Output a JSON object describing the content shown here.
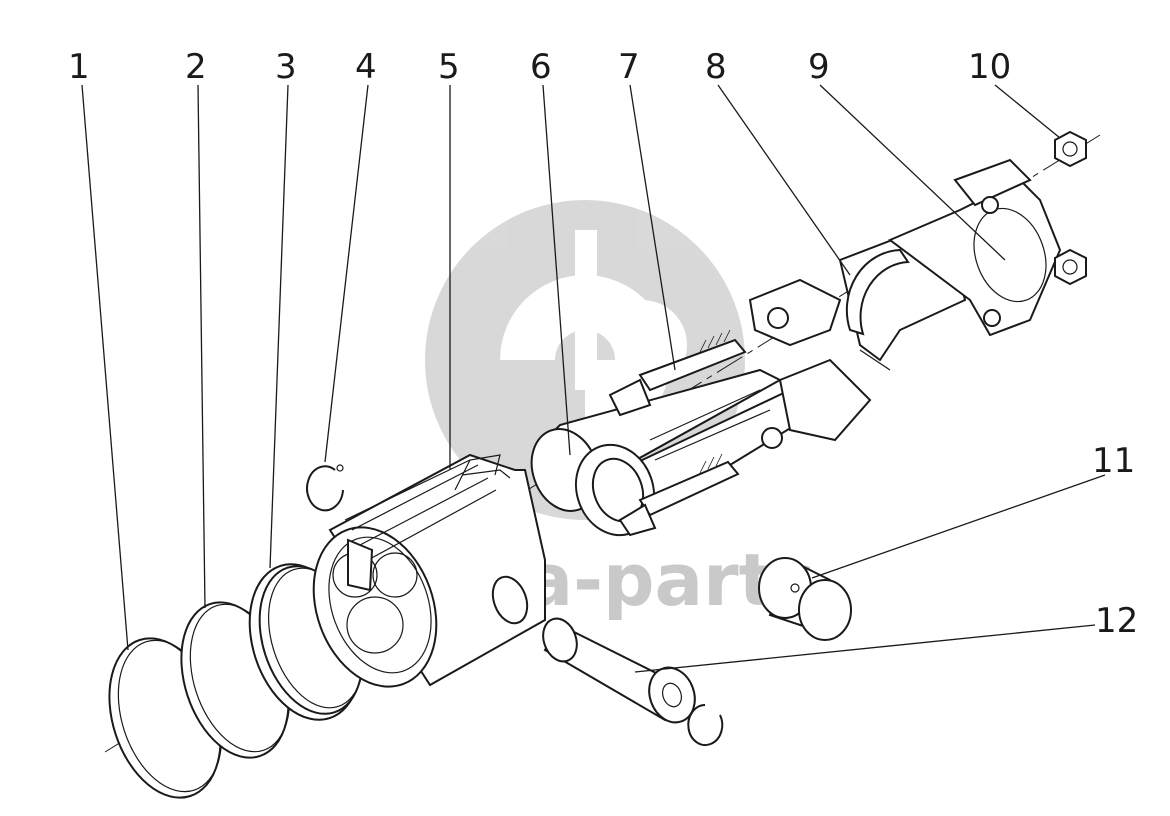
{
  "watermark": {
    "text": "data-parts",
    "color": "#c9c9c9"
  },
  "callouts": [
    {
      "id": "1",
      "label": "1"
    },
    {
      "id": "2",
      "label": "2"
    },
    {
      "id": "3",
      "label": "3"
    },
    {
      "id": "4",
      "label": "4"
    },
    {
      "id": "5",
      "label": "5"
    },
    {
      "id": "6",
      "label": "6"
    },
    {
      "id": "7",
      "label": "7"
    },
    {
      "id": "8",
      "label": "8"
    },
    {
      "id": "9",
      "label": "9"
    },
    {
      "id": "10",
      "label": "10"
    },
    {
      "id": "11",
      "label": "11"
    },
    {
      "id": "12",
      "label": "12"
    }
  ]
}
